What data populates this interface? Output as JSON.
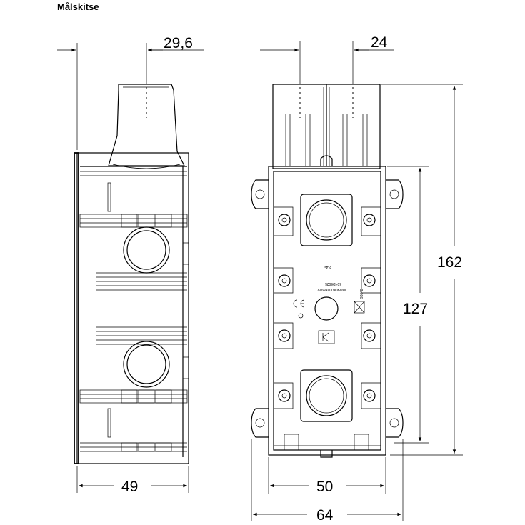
{
  "title": "Målskitse",
  "dimensions": {
    "side_top": "29,6",
    "side_bottom": "49",
    "front_top": "24",
    "front_height_outer": "162",
    "front_height_inner": "127",
    "front_width_inner": "50",
    "front_width_outer": "64"
  },
  "labels": {
    "made_in": "Made in Denmark",
    "code": "504D6025",
    "small_a": "2-4s",
    "small_b": "960°C"
  },
  "icons": {
    "ce_mark": "ce-mark-icon",
    "k_mark": "k-mark-icon"
  }
}
